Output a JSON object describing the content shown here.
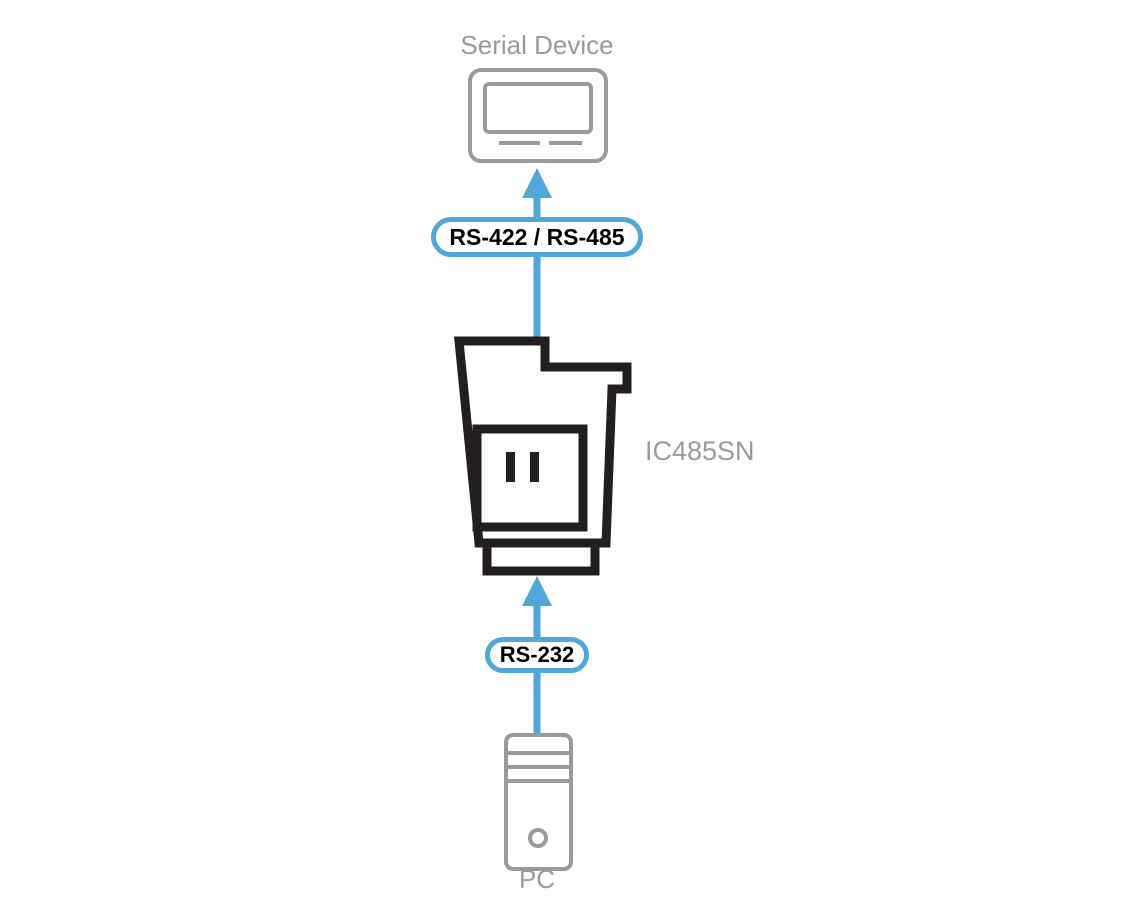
{
  "diagram": {
    "title_hint": "Serial connection diagram",
    "serial_device_label": "Serial Device",
    "top_link_label": "RS-422 / RS-485",
    "adapter_label": "IC485SN",
    "bottom_link_label": "RS-232",
    "pc_label": "PC"
  },
  "colors": {
    "accent-blue": "#4FA8D8",
    "icon-gray": "#9A9A9A",
    "adapter-black": "#231F20",
    "pill-bg": "#FFFFFF",
    "pill-text": "#000000"
  }
}
